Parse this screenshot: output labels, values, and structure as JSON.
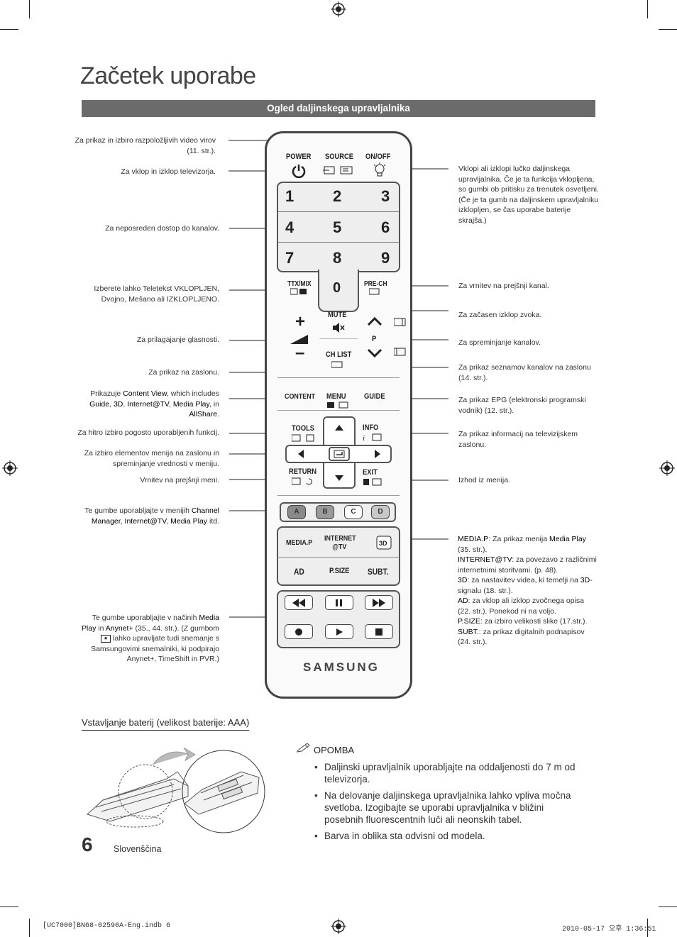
{
  "page_title": "Začetek uporabe",
  "section_bar": "Ogled daljinskega upravljalnika",
  "remote": {
    "power": "POWER",
    "source": "SOURCE",
    "onoff": "ON/OFF",
    "digits": [
      "1",
      "2",
      "3",
      "4",
      "5",
      "6",
      "7",
      "8",
      "9",
      "0"
    ],
    "ttx": "TTX/MIX",
    "prech": "PRE-CH",
    "mute": "MUTE",
    "p": "P",
    "chlist": "CH LIST",
    "content": "CONTENT",
    "menu": "MENU",
    "guide": "GUIDE",
    "tools": "TOOLS",
    "info": "INFO",
    "return": "RETURN",
    "exit": "EXIT",
    "colors": [
      {
        "label": "A",
        "color": "#8a8a8a"
      },
      {
        "label": "B",
        "color": "#9a9a9a"
      },
      {
        "label": "C",
        "color": "#ffffff"
      },
      {
        "label": "D",
        "color": "#c8c8c8"
      }
    ],
    "mediap": "MEDIA.P",
    "internet": "INTERNET @TV",
    "ad": "AD",
    "psize": "P.SIZE",
    "subt": "SUBT.",
    "brand": "SAMSUNG"
  },
  "left_notes": {
    "n1": "Za prikaz in izbiro razpoložljivih video virov (11. str.).",
    "n2": "Za vklop in izklop televizorja.",
    "n3": "Za neposreden dostop do kanalov.",
    "n4": "Izberete lahko Teletekst VKLOPLJEN, Dvojno, Mešano ali IZKLOPLJENO.",
    "n5": "Za prilagajanje glasnosti.",
    "n6": "Za prikaz na zaslonu.",
    "n7_a": "Prikazuje ",
    "n7_b": "Content View",
    "n7_c": ", which includes ",
    "n7_d": "Guide",
    "n7_e": ", ",
    "n7_f": "3D",
    "n7_g": ", ",
    "n7_h": "Internet@TV",
    "n7_i": ", ",
    "n7_j": "Media Play",
    "n7_k": ", in ",
    "n7_l": "AllShare",
    "n7_m": ".",
    "n8": "Za hitro izbiro pogosto uporabljenih funkcij.",
    "n9": "Za izbiro elementov menija na zaslonu in spreminjanje vrednosti v meniju.",
    "n10": "Vrnitev na prejšnji meni.",
    "n11_a": "Te gumbe uporabljajte v menijih ",
    "n11_b": "Channel Manager",
    "n11_c": ", ",
    "n11_d": "Internet@TV",
    "n11_e": ", ",
    "n11_f": "Media Play",
    "n11_g": " itd.",
    "n12_a": "Te gumbe uporabljajte v načinih ",
    "n12_b": "Media Play",
    "n12_c": " in ",
    "n12_d": "Anynet+",
    "n12_e": " (35., 44. str.).",
    "n12_f": "(Z gumbom ",
    "n12_g": " lahko upravljate tudi snemanje s Samsungovimi snemalniki, ki podpirajo Anynet+, TimeShift in PVR.)"
  },
  "right_notes": {
    "r1": "Vklopi ali izklopi lučko daljinskega upravljalnika. Če je ta funkcija vklopljena, so gumbi ob pritisku za trenutek osvetljeni. (Če je ta gumb na daljinskem upravljalniku izklopljen, se čas uporabe baterije skrajša.)",
    "r2": "Za vrnitev na prejšnji kanal.",
    "r3": "Za začasen izklop zvoka.",
    "r4": "Za spreminjanje kanalov.",
    "r5": "Za prikaz seznamov kanalov na zaslonu (14. str.).",
    "r6": "Za prikaz EPG (elektronski programski vodnik) (12. str.).",
    "r7": "Za prikaz informacij na televizijskem zaslonu.",
    "r8": "Izhod iz menija.",
    "r9": [
      {
        "k": "MEDIA.P",
        "sep": ": ",
        "v1": "Za prikaz menija ",
        "b": "Media Play",
        "v2": " (35. str.)."
      },
      {
        "k": "INTERNET@TV",
        "sep": ": ",
        "v1": "za povezavo z različnimi internetnimi storitvami. (p. 48).",
        "b": "",
        "v2": ""
      },
      {
        "k": "3D",
        "sep": ": ",
        "v1": "za nastavitev videa, ki temelji na ",
        "b": "3D",
        "v2": "-signalu (18. str.)."
      },
      {
        "k": "AD",
        "sep": ": ",
        "v1": "za vklop ali izklop zvočnega opisa (22. str.). Ponekod ni na voljo.",
        "b": "",
        "v2": ""
      },
      {
        "k": "P.SIZE",
        "sep": ": ",
        "v1": "za izbiro velikosti slike (17.str.).",
        "b": "",
        "v2": ""
      },
      {
        "k": "SUBT.",
        "sep": ": ",
        "v1": "za prikaz digitalnih podnapisov (24. str.).",
        "b": "",
        "v2": ""
      }
    ]
  },
  "battery_title": "Vstavljanje baterij (velikost baterije: AAA)",
  "note_heading": "OPOMBA",
  "bullets": [
    "Daljinski upravljalnik uporabljajte na oddaljenosti do 7 m od televizorja.",
    "Na delovanje daljinskega upravljalnika lahko vpliva močna svetloba. Izogibajte se uporabi upravljalnika v bližini posebnih fluorescentnih luči ali neonskih tabel.",
    "Barva in oblika sta odvisni od modela."
  ],
  "page_number": "6",
  "language": "Slovenščina",
  "footer_left": "[UC7000]BN68-02590A-Eng.indb   6",
  "footer_right": "2010-05-17   오후 1:36:51"
}
